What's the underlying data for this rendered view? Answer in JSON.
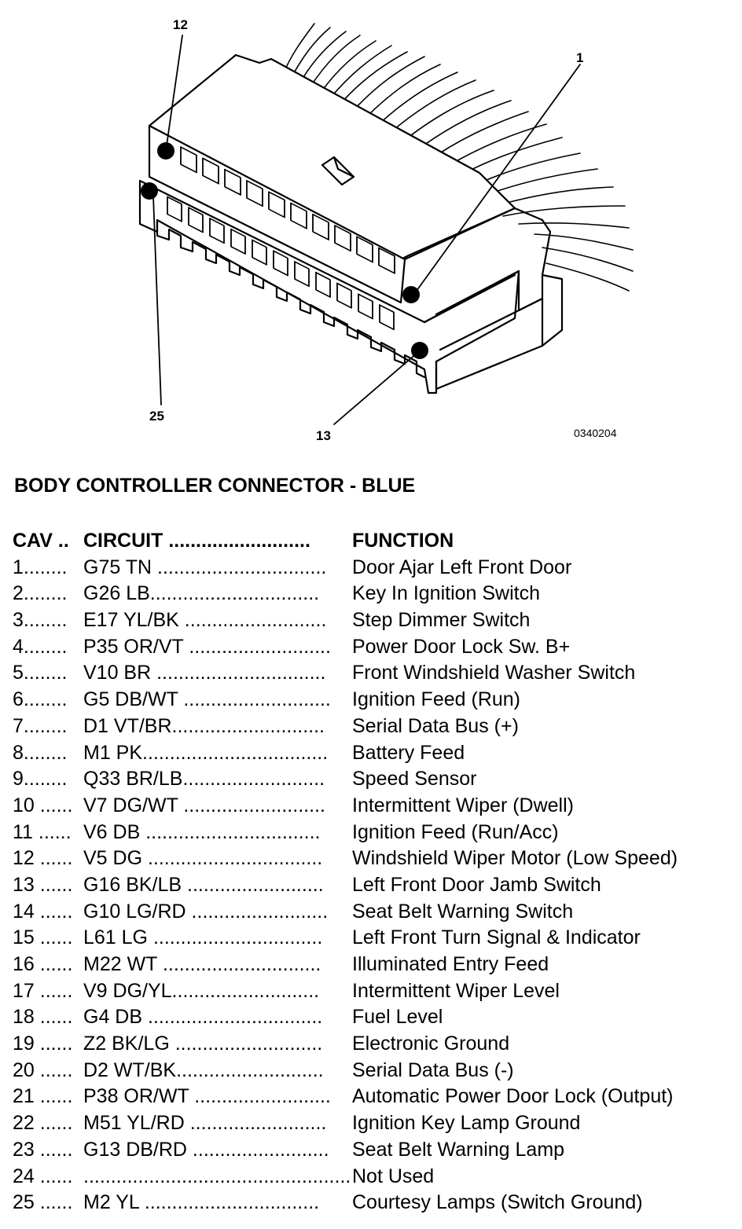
{
  "figure": {
    "callouts": {
      "c12": "12",
      "c1": "1",
      "c25": "25",
      "c13": "13"
    },
    "code": "0340204"
  },
  "title": "BODY CONTROLLER CONNECTOR - BLUE",
  "header": {
    "cav": "CAV ..",
    "circuit": "CIRCUIT ..........................",
    "function": "FUNCTION"
  },
  "rows": [
    {
      "cav": "1........",
      "circuit": "G75 TN ...............................",
      "function": "Door Ajar Left Front Door"
    },
    {
      "cav": "2........",
      "circuit": "G26 LB...............................",
      "function": "Key In Ignition Switch"
    },
    {
      "cav": "3........",
      "circuit": "E17 YL/BK ..........................",
      "function": "Step Dimmer Switch"
    },
    {
      "cav": "4........",
      "circuit": "P35 OR/VT ..........................",
      "function": "Power Door Lock Sw. B+"
    },
    {
      "cav": "5........",
      "circuit": "V10 BR ...............................",
      "function": "Front Windshield Washer Switch"
    },
    {
      "cav": "6........",
      "circuit": "G5 DB/WT ...........................",
      "function": "Ignition Feed (Run)"
    },
    {
      "cav": "7........",
      "circuit": "D1 VT/BR............................",
      "function": "Serial Data Bus (+)"
    },
    {
      "cav": "8........",
      "circuit": "M1 PK..................................",
      "function": "Battery Feed"
    },
    {
      "cav": "9........",
      "circuit": "Q33 BR/LB..........................",
      "function": "Speed Sensor"
    },
    {
      "cav": "10 ......",
      "circuit": "V7 DG/WT ..........................",
      "function": "Intermittent Wiper (Dwell)"
    },
    {
      "cav": "11 ......",
      "circuit": "V6 DB ................................",
      "function": "Ignition Feed (Run/Acc)"
    },
    {
      "cav": "12 ......",
      "circuit": "V5 DG ................................",
      "function": "Windshield Wiper Motor (Low Speed)"
    },
    {
      "cav": "13 ......",
      "circuit": "G16 BK/LB .........................",
      "function": "Left Front Door Jamb Switch"
    },
    {
      "cav": "14 ......",
      "circuit": "G10 LG/RD .........................",
      "function": "Seat Belt Warning Switch"
    },
    {
      "cav": "15 ......",
      "circuit": "L61 LG ...............................",
      "function": "Left Front Turn Signal & Indicator"
    },
    {
      "cav": "16 ......",
      "circuit": "M22 WT .............................",
      "function": "Illuminated Entry Feed"
    },
    {
      "cav": "17 ......",
      "circuit": "V9 DG/YL...........................",
      "function": "Intermittent Wiper Level"
    },
    {
      "cav": "18 ......",
      "circuit": "G4 DB ................................",
      "function": "Fuel Level"
    },
    {
      "cav": "19 ......",
      "circuit": "Z2 BK/LG ...........................",
      "function": "Electronic Ground"
    },
    {
      "cav": "20 ......",
      "circuit": "D2 WT/BK...........................",
      "function": "Serial Data Bus (-)"
    },
    {
      "cav": "21 ......",
      "circuit": "P38 OR/WT .........................",
      "function": "Automatic Power Door Lock (Output)"
    },
    {
      "cav": "22 ......",
      "circuit": "M51 YL/RD .........................",
      "function": "Ignition Key Lamp Ground"
    },
    {
      "cav": "23 ......",
      "circuit": "G13 DB/RD .........................",
      "function": "Seat Belt Warning Lamp"
    },
    {
      "cav": "24 ......",
      "circuit": ".................................................",
      "function": "Not Used"
    },
    {
      "cav": "25 ......",
      "circuit": "M2 YL ................................",
      "function": "Courtesy Lamps (Switch Ground)"
    }
  ]
}
